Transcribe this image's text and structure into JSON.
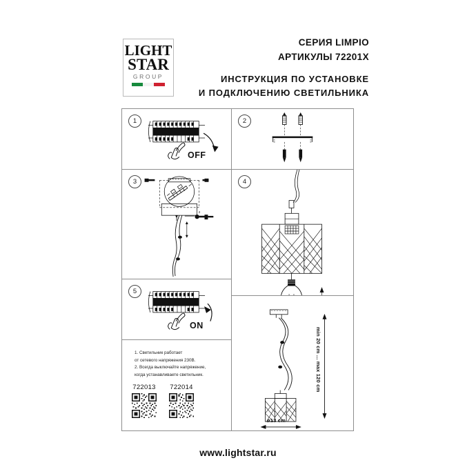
{
  "document": {
    "brand": {
      "name_line1": "LIGHT",
      "name_line2": "STAR",
      "name_line3": "GROUP",
      "flag_colors": [
        "#178a3d",
        "#f2f2f2",
        "#cf2130"
      ]
    },
    "header": {
      "series": "СЕРИЯ LIMPIO",
      "articles": "АРТИКУЛЫ 72201X",
      "title_line1": "ИНСТРУКЦИЯ ПО УСТАНОВКЕ",
      "title_line2": "И ПОДКЛЮЧЕНИЮ СВЕТИЛЬНИКА"
    },
    "steps": [
      {
        "number": "1",
        "label": "OFF",
        "name": "breaker-off"
      },
      {
        "number": "2",
        "label": "",
        "name": "mounting-bracket"
      },
      {
        "number": "3",
        "label": "",
        "name": "wiring-connection"
      },
      {
        "number": "4",
        "label": "",
        "name": "shade-and-bulb"
      },
      {
        "number": "5",
        "label": "ON",
        "name": "breaker-on"
      }
    ],
    "notes": {
      "line1": "1. Светильник работает",
      "line2": "от сетевого напряжения 230В.",
      "line3": "2. Всегда выключайте напряжение,",
      "line4": "когда устанавливаете светильник."
    },
    "product_codes": [
      {
        "code": "722013"
      },
      {
        "code": "722014"
      }
    ],
    "dimensions": {
      "height_label": "min 20 cm ... max 120 cm",
      "diameter_label": "ø13 cm"
    },
    "footer": {
      "website": "www.lightstar.ru"
    }
  }
}
